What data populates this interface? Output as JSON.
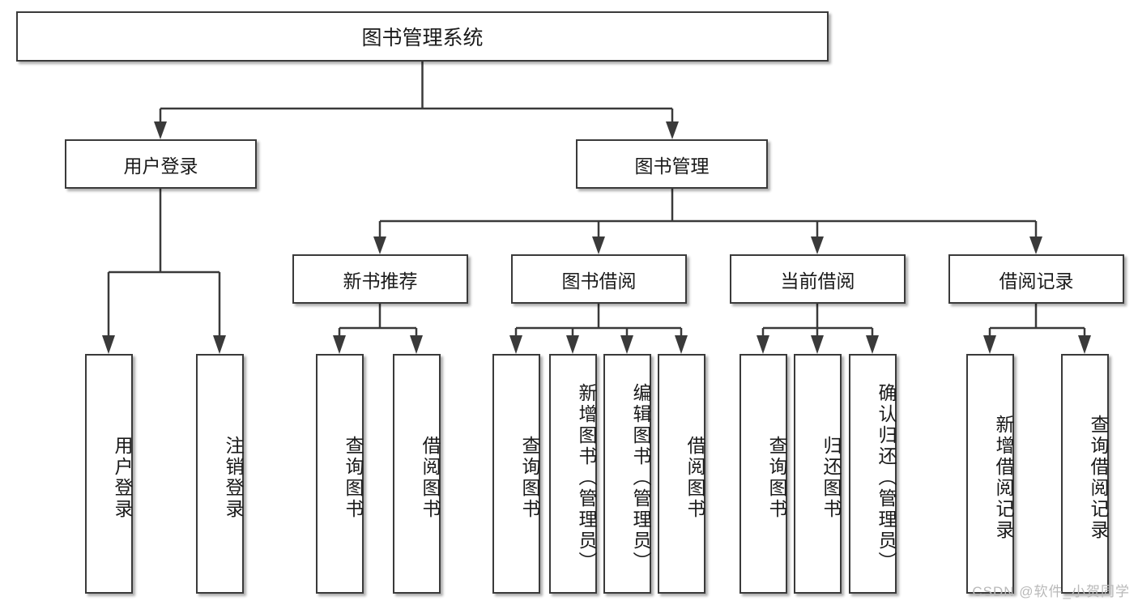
{
  "diagram": {
    "title": "图书管理系统",
    "type": "tree-hierarchy-diagram",
    "watermark": "CSDN @软件_小贺同学",
    "colors": {
      "box_border": "#3a3a3a",
      "box_fill": "#ffffff",
      "line": "#3a3a3a",
      "text": "#1a1a1a",
      "watermark": "#b9b9b9"
    },
    "nodes": {
      "root": {
        "label": "图书管理系统"
      },
      "level1": [
        {
          "label": "用户登录"
        },
        {
          "label": "图书管理"
        }
      ],
      "level2": [
        {
          "label": "新书推荐"
        },
        {
          "label": "图书借阅"
        },
        {
          "label": "当前借阅"
        },
        {
          "label": "借阅记录"
        }
      ],
      "leaves": {
        "user_login": [
          {
            "label": "用户登录"
          },
          {
            "label": "注销登录"
          }
        ],
        "new_book": [
          {
            "label": "查询图书"
          },
          {
            "label": "借阅图书"
          }
        ],
        "book_borrow": [
          {
            "label": "查询图书"
          },
          {
            "label": "新增图书（管理员）"
          },
          {
            "label": "编辑图书（管理员）"
          },
          {
            "label": "借阅图书"
          }
        ],
        "current_borrow": [
          {
            "label": "查询图书"
          },
          {
            "label": "归还图书"
          },
          {
            "label": "确认归还（管理员）"
          }
        ],
        "borrow_record": [
          {
            "label": "新增借阅记录"
          },
          {
            "label": "查询借阅记录"
          }
        ]
      }
    }
  }
}
